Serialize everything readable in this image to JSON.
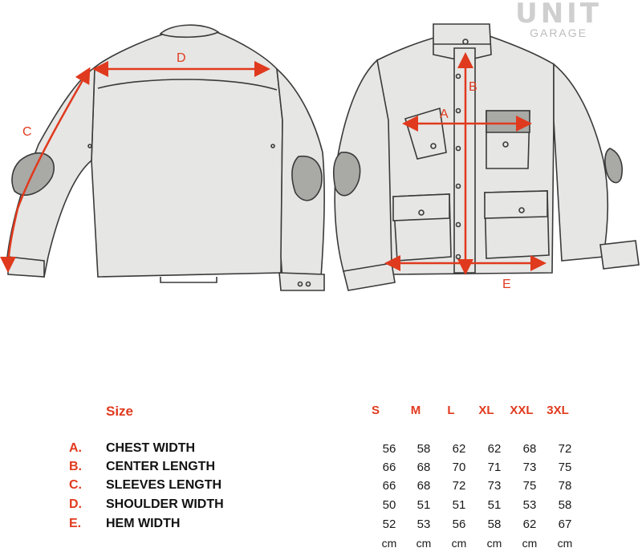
{
  "brand": {
    "name": "UNIT",
    "sub": "GARAGE"
  },
  "colors": {
    "accent": "#e03a1e",
    "jacket_fill": "#e6e6e4",
    "patch_fill": "#a9a9a6",
    "outline": "#3a3a3a"
  },
  "measure_labels": {
    "a": "A",
    "b": "B",
    "c": "C",
    "d": "D",
    "e": "E"
  },
  "size_table": {
    "header": "Size",
    "sizes": [
      "S",
      "M",
      "L",
      "XL",
      "XXL",
      "3XL"
    ],
    "rows": [
      {
        "code": "A.",
        "label": "CHEST WIDTH",
        "values": [
          "56",
          "58",
          "62",
          "62",
          "68",
          "72"
        ]
      },
      {
        "code": "B.",
        "label": "CENTER LENGTH",
        "values": [
          "66",
          "68",
          "70",
          "71",
          "73",
          "75"
        ]
      },
      {
        "code": "C.",
        "label": "SLEEVES LENGTH",
        "values": [
          "66",
          "68",
          "72",
          "73",
          "75",
          "78"
        ]
      },
      {
        "code": "D.",
        "label": "SHOULDER WIDTH",
        "values": [
          "50",
          "51",
          "51",
          "51",
          "53",
          "58"
        ]
      },
      {
        "code": "E.",
        "label": "HEM WIDTH",
        "values": [
          "52",
          "53",
          "56",
          "58",
          "62",
          "67"
        ]
      }
    ],
    "unit": "cm"
  }
}
